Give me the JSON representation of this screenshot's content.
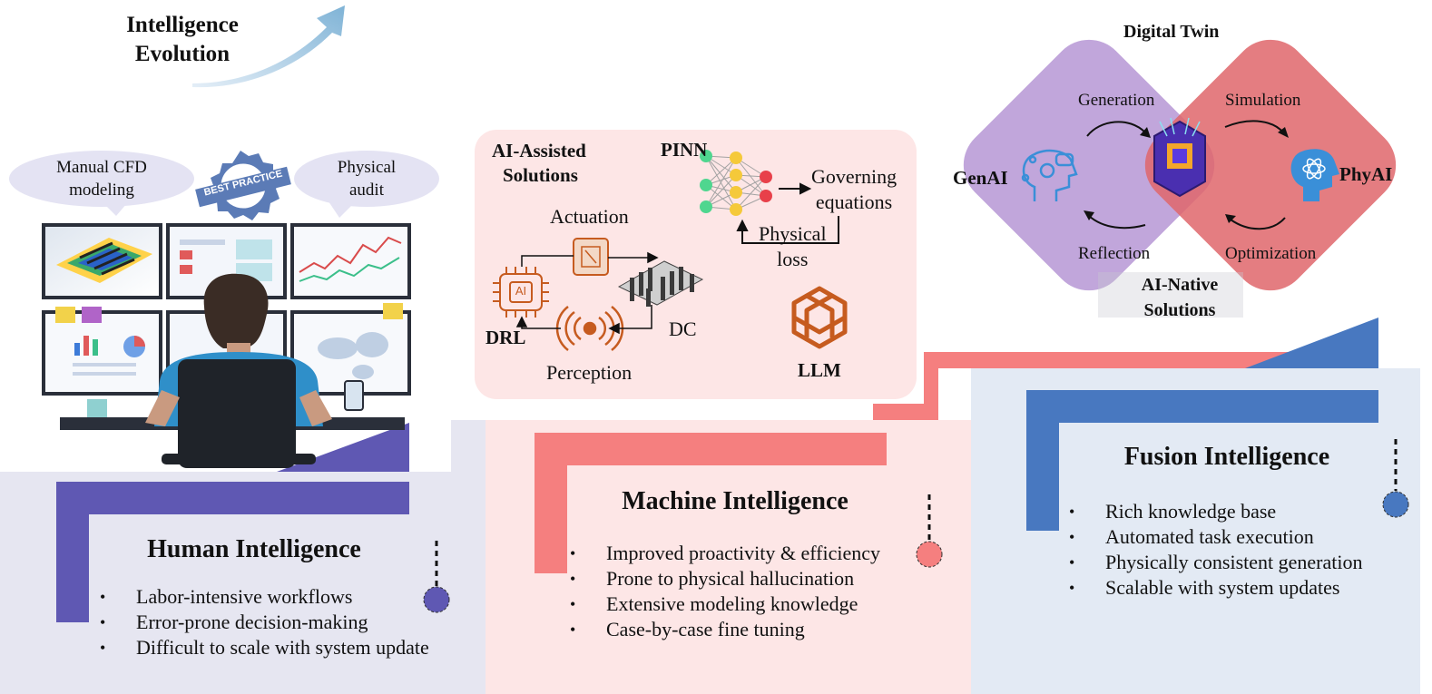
{
  "evolution": {
    "line1": "Intelligence",
    "line2": "Evolution"
  },
  "human": {
    "bubble_left": [
      "Manual CFD",
      "modeling"
    ],
    "badge": "BEST PRACTICE",
    "bubble_right": [
      "Physical",
      "audit"
    ],
    "title": "Human Intelligence",
    "bullets": [
      "Labor-intensive workflows",
      "Error-prone decision-making",
      "Difficult to scale with system update"
    ],
    "colors": {
      "accent": "#5f58b3",
      "panel": "#e6e6f1"
    }
  },
  "machine": {
    "panel_title": [
      "AI-Assisted",
      "Solutions"
    ],
    "pinn": "PINN",
    "governing": [
      "Governing",
      "equations"
    ],
    "physical_loss": [
      "Physical",
      "loss"
    ],
    "actuation": "Actuation",
    "drl": "DRL",
    "dc": "DC",
    "perception": "Perception",
    "llm": "LLM",
    "chip_text": "AI",
    "title": "Machine Intelligence",
    "bullets": [
      "Improved proactivity & efficiency",
      "Prone to physical hallucination",
      "Extensive modeling knowledge",
      "Case-by-case fine tuning"
    ],
    "colors": {
      "accent": "#f57f7f",
      "panel": "#fde6e6",
      "orange": "#c65b1f"
    }
  },
  "fusion": {
    "digital_twin": "Digital Twin",
    "generation": "Generation",
    "simulation": "Simulation",
    "reflection": "Reflection",
    "optimization": "Optimization",
    "genai": "GenAI",
    "phyai": "PhyAI",
    "ai_native": [
      "AI-Native",
      "Solutions"
    ],
    "title": "Fusion Intelligence",
    "bullets": [
      "Rich knowledge base",
      "Automated task execution",
      "Physically consistent generation",
      "Scalable with system updates"
    ],
    "colors": {
      "accent": "#4878c0",
      "panel": "#e3eaf4",
      "purple": "#b89ad6",
      "red": "#e0686c"
    }
  }
}
